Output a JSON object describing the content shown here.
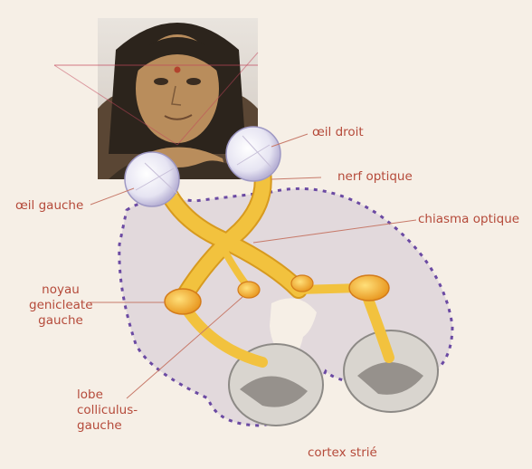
{
  "labels": {
    "eye_right": "œil droit",
    "optic_nerve": "nerf optique",
    "eye_left": "œil gauche",
    "chiasma": "chiasma optique",
    "nucleus": [
      "noyau",
      "genicleate",
      "gauche"
    ],
    "lobe": [
      "lobe",
      "colliculus-",
      "gauche"
    ],
    "cortex": "cortex strié"
  },
  "colors": {
    "label_text": "#b54a3a",
    "background": "#f6efe6",
    "pathway": "#f2c23e",
    "pathway_edge": "#d79a1f",
    "brain_fill": "#e2d9dc",
    "brain_edge": "#6b4aa3",
    "leader_line": "#c77a6a"
  }
}
